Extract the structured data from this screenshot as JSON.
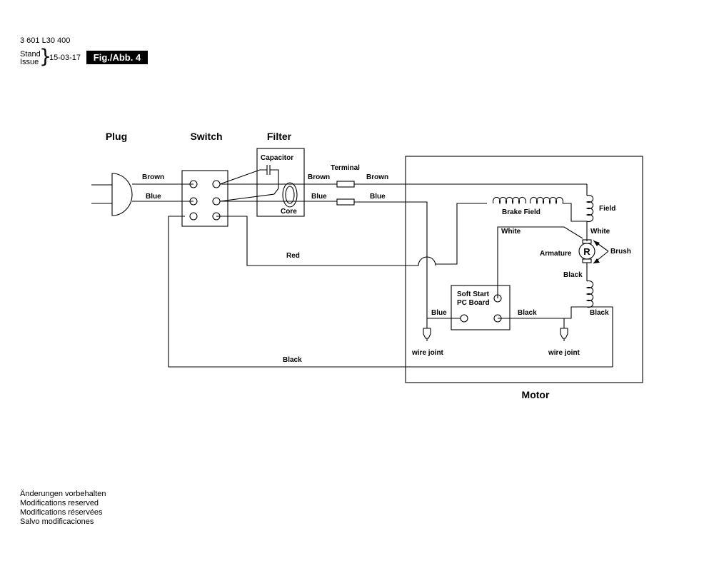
{
  "header": {
    "part_number": "3 601 L30 400",
    "stand": "Stand",
    "issue": "Issue",
    "date": "15-03-17",
    "figure": "Fig./Abb. 4"
  },
  "sections": {
    "plug": "Plug",
    "switch": "Switch",
    "filter": "Filter",
    "motor": "Motor"
  },
  "components": {
    "capacitor": "Capacitor",
    "core": "Core",
    "terminal": "Terminal",
    "brake_field": "Brake Field",
    "field": "Field",
    "armature": "Armature",
    "armature_symbol": "R",
    "brush": "Brush",
    "soft_start_line1": "Soft Start",
    "soft_start_line2": "PC Board",
    "wire_joint_left": "wire joint",
    "wire_joint_right": "wire joint"
  },
  "wires": {
    "brown_plug": "Brown",
    "blue_plug": "Blue",
    "brown_filter_out": "Brown",
    "blue_filter_out": "Blue",
    "brown_terminal_out": "Brown",
    "blue_terminal_out": "Blue",
    "red": "Red",
    "white_board": "White",
    "white_brush": "White",
    "black_armature": "Black",
    "black_field": "Black",
    "blue_board": "Blue",
    "black_board": "Black",
    "black_bottom": "Black"
  },
  "footer": {
    "line1": "Änderungen vorbehalten",
    "line2": "Modifications reserved",
    "line3": "Modifications réservées",
    "line4": "Salvo modificaciones"
  }
}
